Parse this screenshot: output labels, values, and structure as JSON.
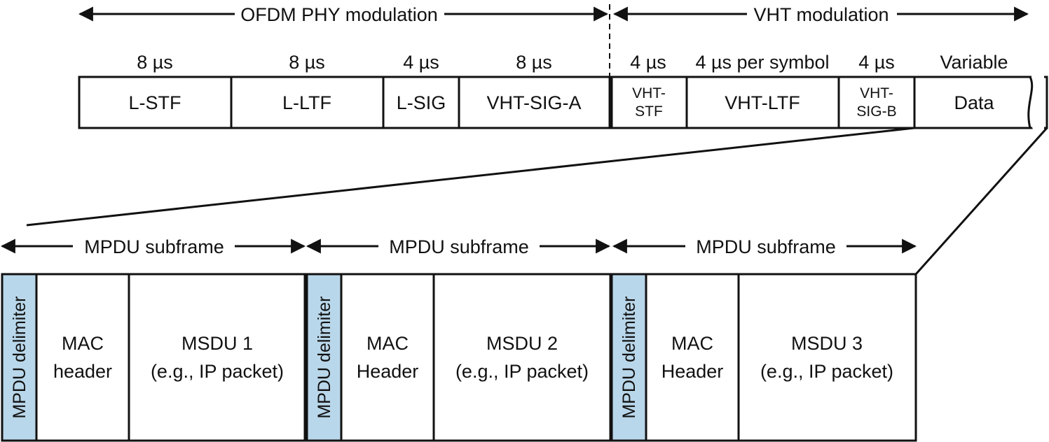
{
  "top": {
    "ofdm_label": "OFDM PHY modulation",
    "vht_label": "VHT modulation",
    "fields": [
      {
        "duration": "8 µs",
        "name": "L-STF"
      },
      {
        "duration": "8 µs",
        "name": "L-LTF"
      },
      {
        "duration": "4 µs",
        "name": "L-SIG"
      },
      {
        "duration": "8 µs",
        "name": "VHT-SIG-A"
      },
      {
        "duration": "4 µs",
        "name_line1": "VHT-",
        "name_line2": "STF"
      },
      {
        "duration": "4 µs per symbol",
        "name": "VHT-LTF"
      },
      {
        "duration": "4 µs",
        "name_line1": "VHT-",
        "name_line2": "SIG-B"
      },
      {
        "duration": "Variable",
        "name": "Data"
      }
    ]
  },
  "subframes": [
    {
      "label": "MPDU subframe",
      "delimiter": "MPDU delimiter",
      "mac_line1": "MAC",
      "mac_line2": "header",
      "msdu_line1": "MSDU 1",
      "msdu_line2": "(e.g., IP packet)"
    },
    {
      "label": "MPDU subframe",
      "delimiter": "MPDU delimiter",
      "mac_line1": "MAC",
      "mac_line2": "Header",
      "msdu_line1": "MSDU 2",
      "msdu_line2": "(e.g., IP packet)"
    },
    {
      "label": "MPDU subframe",
      "delimiter": "MPDU delimiter",
      "mac_line1": "MAC",
      "mac_line2": "Header",
      "msdu_line1": "MSDU 3",
      "msdu_line2": "(e.g., IP packet)"
    }
  ],
  "colors": {
    "delimiter_fill": "#b9d7ea",
    "stroke": "#111111"
  }
}
